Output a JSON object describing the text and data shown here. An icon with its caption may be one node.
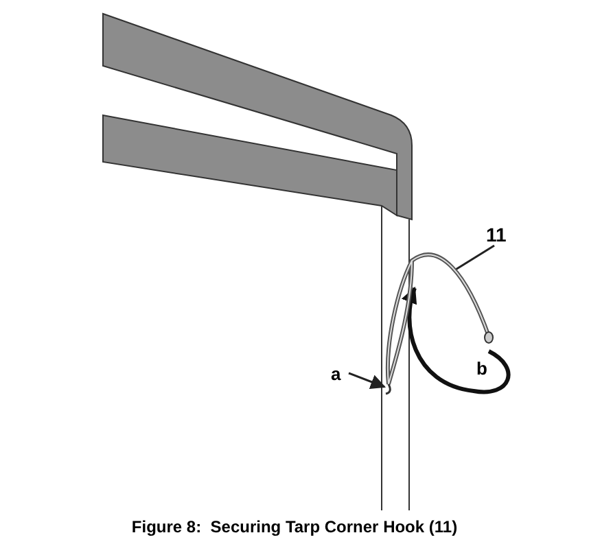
{
  "diagram": {
    "caption": "Figure 8:  Securing Tarp Corner Hook (11)",
    "nodes": [
      {
        "text": [
          "11"
        ]
      },
      {
        "text": [],
        "shape": "picture"
      },
      {
        "text": [
          "a"
        ]
      }
    ],
    "edges": [
      {
        "from": 0,
        "to": 1,
        "arrow": "none"
      },
      {
        "from": 2,
        "to": 1,
        "arrow": "to"
      }
    ],
    "labels": [
      "b"
    ]
  }
}
